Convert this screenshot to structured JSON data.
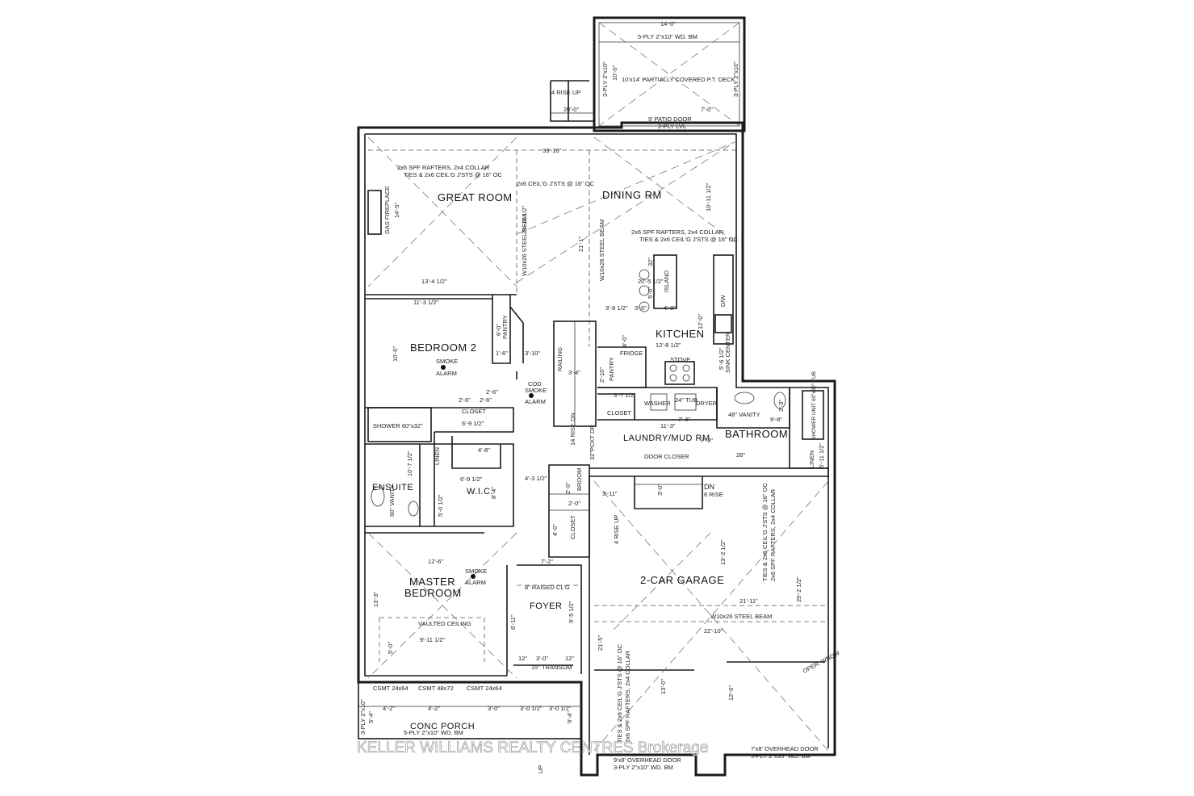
{
  "rooms": {
    "great_room": "GREAT ROOM",
    "dining": "DINING RM",
    "kitchen": "KITCHEN",
    "bedroom2": "BEDROOM 2",
    "bathroom": "BATHROOM",
    "laundry": "LAUNDRY/MUD RM",
    "ensuite": "ENSUITE",
    "wic": "W.I.C.",
    "master1": "MASTER",
    "master2": "BEDROOM",
    "foyer": "FOYER",
    "garage": "2-CAR GARAGE",
    "porch": "CONC PORCH"
  },
  "labels": {
    "deck": "10'x14' PARTIALLY COVERED P.T. DECK",
    "deck_beam_top": "5-PLY 2\"x10\" WD. BM",
    "deck_beam_left": "3-PLY 2\"x10\"",
    "deck_beam_right": "3-PLY 2\"x10\"",
    "rise_4_up": "4 RISE UP",
    "patio_door": "9' PATIO DOOR",
    "lvl": "2-PLY LVL",
    "rafters_1a": "2x6 SPF RAFTERS, 2x4 COLLAR",
    "rafters_1b": "TIES & 2x6 CEIL'G J'STS @ 16\" OC",
    "ceil_joists": "2x6 CEIL'G J'STS @ 16\" OC",
    "rafters_2a": "2x6 SPF RAFTERS, 2x4 COLLAR",
    "rafters_2b": "TIES & 2x6 CEIL'G J'STS @ 16\" OC",
    "gas_fireplace": "GAS FIREPLACE",
    "steel_beam_1": "W10x26 STEEL BEAM",
    "steel_beam_2": "W10x26 STEEL BEAM",
    "island": "ISLAND",
    "dw": "D/W",
    "sink_center": "SINK CENTER",
    "pantry1": "PANTRY",
    "pantry2": "PANTRY",
    "fridge": "FRIDGE",
    "stove": "STOVE",
    "railing": "RAILING",
    "smoke_alarm_a": "SMOKE",
    "smoke_alarm_b": "ALARM",
    "cod_a": "COD",
    "cod_b": "SMOKE",
    "cod_c": "ALARM",
    "smoke2_a": "SMOKE",
    "smoke2_b": "ALARM",
    "closet1": "CLOSET",
    "closet2": "CLOSET",
    "closet3": "CLOSET",
    "washer": "WASHER",
    "tub": "24\" TUB",
    "dryer": "DRYER",
    "vanity48": "48\" VANITY",
    "shower_unit": "SHOWER UNIT 60\"x32\" TUB",
    "linen1": "LINEN",
    "linen2": "LINEN",
    "shower": "SHOWER 60\"x32\"",
    "vanity60": "60\" VANITY",
    "rise_14_dn": "14 RISE DN",
    "pkt_dr": "32\"PCKT DR",
    "door_closer": "DOOR CLOSER",
    "dn": "DN",
    "rise_6": "6 RISE",
    "broom": "BROOM",
    "rise_4_up2": "4 RISE UP",
    "raised_clg": "8\" RAISED CL'G",
    "vaulted": "VAULTED CEILING",
    "transom": "15\" TRANSOM",
    "csmt1": "CSMT 24x64",
    "csmt2": "CSMT 48x72",
    "csmt3": "CSMT 24x64",
    "porch_beam": "5-PLY 2\"x10\" WD. BM",
    "porch_beam_side": "3-PLY 2\"x10\"",
    "garage_rafters_a": "TIES & 2x6 CEIL'G J'STS @ 16\" OC",
    "garage_rafters_b": "2x6 SPF RAFTERS, 2x4 COLLAR",
    "garage_rafters_c": "TIES & 2x6 CEIL'G J'STS @ 16\" OC",
    "garage_rafters_d": "2x6 SPF RAFTERS, 2x4 COLLAR",
    "garage_beam": "W10x26 STEEL BEAM",
    "ohd1": "9'x8' OVERHEAD DOOR",
    "ohd1_beam": "3-PLY 2\"x10\" WD. BM",
    "ohd2": "7'x8' OVERHEAD DOOR",
    "ohd2_beam": "3-PLY 2\"x10\" WD. BM",
    "oper_window": "OPER. WNDW",
    "up": "UP"
  },
  "dims": {
    "d14": "14'-0\"",
    "d10": "10'-0\"",
    "d20": "20'-0\"",
    "d7": "7'-0\"",
    "d33": "33'-10\"",
    "d14_5": "14'-5\"",
    "d21_11": "21'-11 1/2\"",
    "d21_1": "21'-1\"",
    "d10_11": "10'-11 1/2\"",
    "d13_4": "13'-4 1/2\"",
    "d20_5": "20'-5 1/2\"",
    "d11_3": "11'-3 1/2\"",
    "d3_8": "3'-8 1/2\"",
    "d3_0a": "3'-0\"",
    "d4_0": "4'-0\"",
    "d5_0": "5'-0\"",
    "d32": "32\"",
    "d12_0": "12'-0\"",
    "d4_0b": "4'-0\"",
    "d12_8": "12'-8 1/2\"",
    "d5_6": "5'-6 1/2\"",
    "d10_0": "10'-0\"",
    "d6_0": "6'-0\"",
    "d1_6": "1'-6\"",
    "d3_10": "3'-10\"",
    "d3_4": "3'-4\"",
    "d2_10": "2'-10\"",
    "d3_7": "3'-7 1/2\"",
    "d2_6a": "2'-6\"",
    "d2_6b": "2'-6\"",
    "d2_6c": "2'-6\"",
    "d6_9": "6'-9 1/2\"",
    "d11_3b": "11'-3\"",
    "d7_4": "7'-4\"",
    "d9_8": "9'-8\"",
    "d2_3": "2'-3\"",
    "d7_3": "7'-3\"",
    "d28": "28\"",
    "d5_11": "5'-11 1/2\"",
    "d10_7": "10'-7 1/2\"",
    "d4_8": "4'-8\"",
    "d6_9b": "6'-9 1/2\"",
    "d4_3": "4'-3 1/2\"",
    "d3_11": "3'-11\"",
    "d2_0a": "2'-0\"",
    "d2_0b": "2'-0\"",
    "d4_0c": "4'-0\"",
    "d5_0b": "5'-0 1/2\"",
    "d8_4": "8'-4\"",
    "d3_0b": "3'-0\"",
    "d13_2": "13'-2 1/2\"",
    "d25_2": "25'-2 1/2\"",
    "d21_11b": "21'-11\"",
    "d22_10": "22'-10\"",
    "d21_5": "21'-5\"",
    "d13_0": "13'-0\"",
    "d12_0b": "12'-0\"",
    "d12_6": "12'-6\"",
    "d7_2": "7'-2\"",
    "d13_3": "13'-3\"",
    "d9_11": "9'-11 1/2\"",
    "d5_0c": "5'-0\"",
    "d9_5": "9'-5 1/2\"",
    "d6_11": "6'-11\"",
    "d12a": "12\"",
    "d12b": "12\"",
    "d3_0c": "3'-0\"",
    "d4_2a": "4'-2\"",
    "d4_2b": "4'-2\"",
    "d3_0d": "3'-0\"",
    "d3_0e": "3'-0 1/2\"",
    "d3_0f": "3'-0 1/2\"",
    "d9_4": "9'-4\"",
    "d5_4": "5'-4\""
  },
  "watermark": "KELLER WILLIAMS REALTY CENTRES Brokerage"
}
